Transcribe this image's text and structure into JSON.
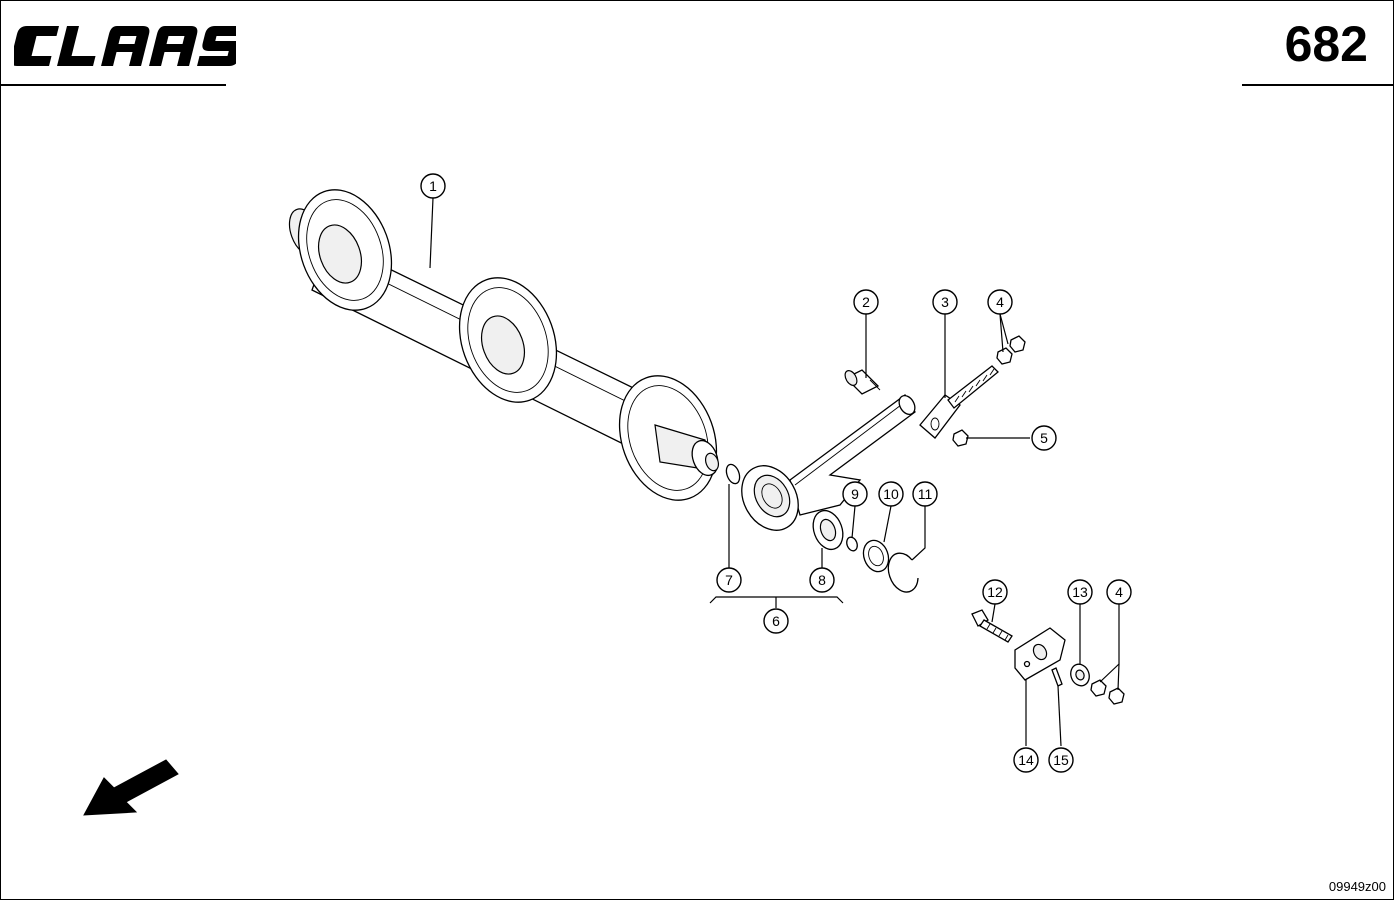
{
  "header": {
    "brand": "CLAAS",
    "page_number": "682"
  },
  "footer": {
    "drawing_code": "09949z00"
  },
  "callouts": [
    {
      "id": "1",
      "label": "1"
    },
    {
      "id": "2",
      "label": "2"
    },
    {
      "id": "3",
      "label": "3"
    },
    {
      "id": "4a",
      "label": "4"
    },
    {
      "id": "5",
      "label": "5"
    },
    {
      "id": "6",
      "label": "6"
    },
    {
      "id": "7",
      "label": "7"
    },
    {
      "id": "8",
      "label": "8"
    },
    {
      "id": "9",
      "label": "9"
    },
    {
      "id": "10",
      "label": "10"
    },
    {
      "id": "11",
      "label": "11"
    },
    {
      "id": "12",
      "label": "12"
    },
    {
      "id": "13",
      "label": "13"
    },
    {
      "id": "4b",
      "label": "4"
    },
    {
      "id": "14",
      "label": "14"
    },
    {
      "id": "15",
      "label": "15"
    }
  ],
  "icons": {
    "direction": "direction-arrow-icon"
  },
  "colors": {
    "line": "#000000",
    "background": "#ffffff"
  }
}
